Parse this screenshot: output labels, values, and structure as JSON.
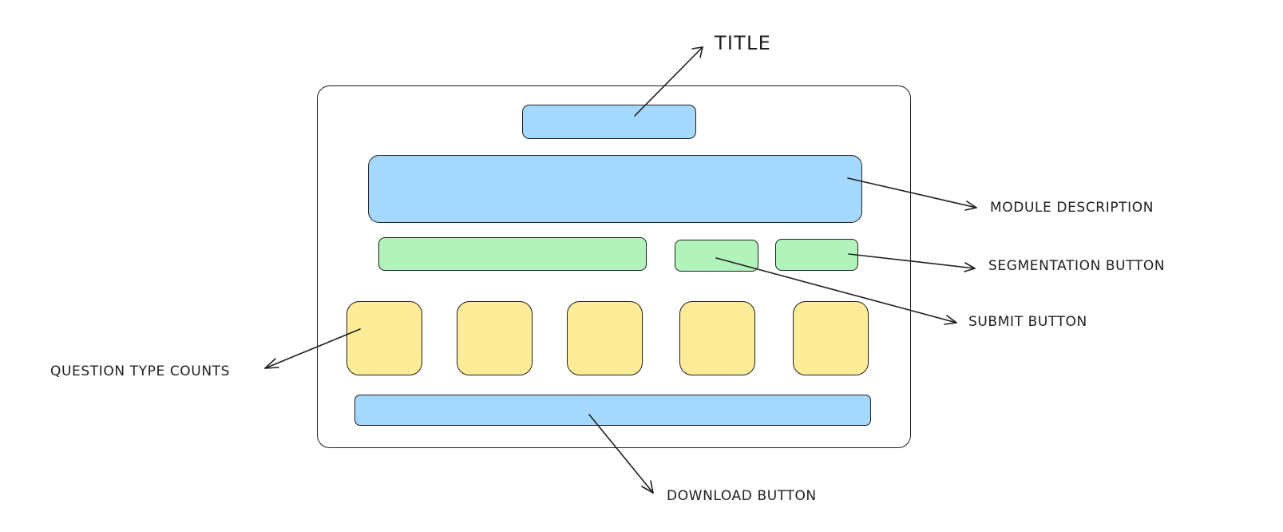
{
  "colors": {
    "blue": "#a5d8ff",
    "green": "#b2f2bb",
    "yellow": "#ffec99",
    "stroke": "#1e1e1e"
  },
  "labels": {
    "title": "TITLE",
    "module_description": "MODULE DESCRIPTION",
    "segmentation_button": "SEGMENTATION BUTTON",
    "submit_button": "SUBMIT BUTTON",
    "question_type_counts": "QUESTION TYPE COUNTS",
    "download_button": "DOWNLOAD BUTTON"
  },
  "question_type_cards": 5
}
